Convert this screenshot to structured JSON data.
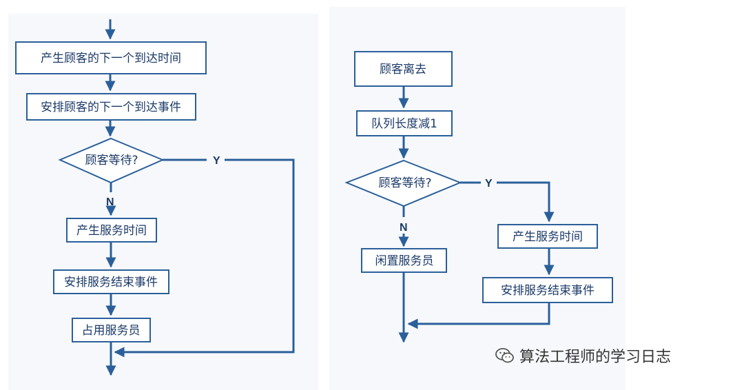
{
  "left_flow": {
    "n1": "产生顾客的下一个到达时间",
    "n2": "安排顾客的下一个到达事件",
    "d1": "顾客等待?",
    "yes": "Y",
    "no": "N",
    "n3": "产生服务时间",
    "n4": "安排服务结束事件",
    "n5": "占用服务员"
  },
  "right_flow": {
    "n1": "顾客离去",
    "n2": "队列长度减1",
    "d1": "顾客等待?",
    "yes": "Y",
    "no": "N",
    "n3": "闲置服务员",
    "n4": "产生服务时间",
    "n5": "安排服务结束事件"
  },
  "watermark": {
    "text": "算法工程师的学习日志",
    "icon": "wechat-icon"
  },
  "colors": {
    "line": "#2a5f9a",
    "text": "#1b3a68"
  }
}
